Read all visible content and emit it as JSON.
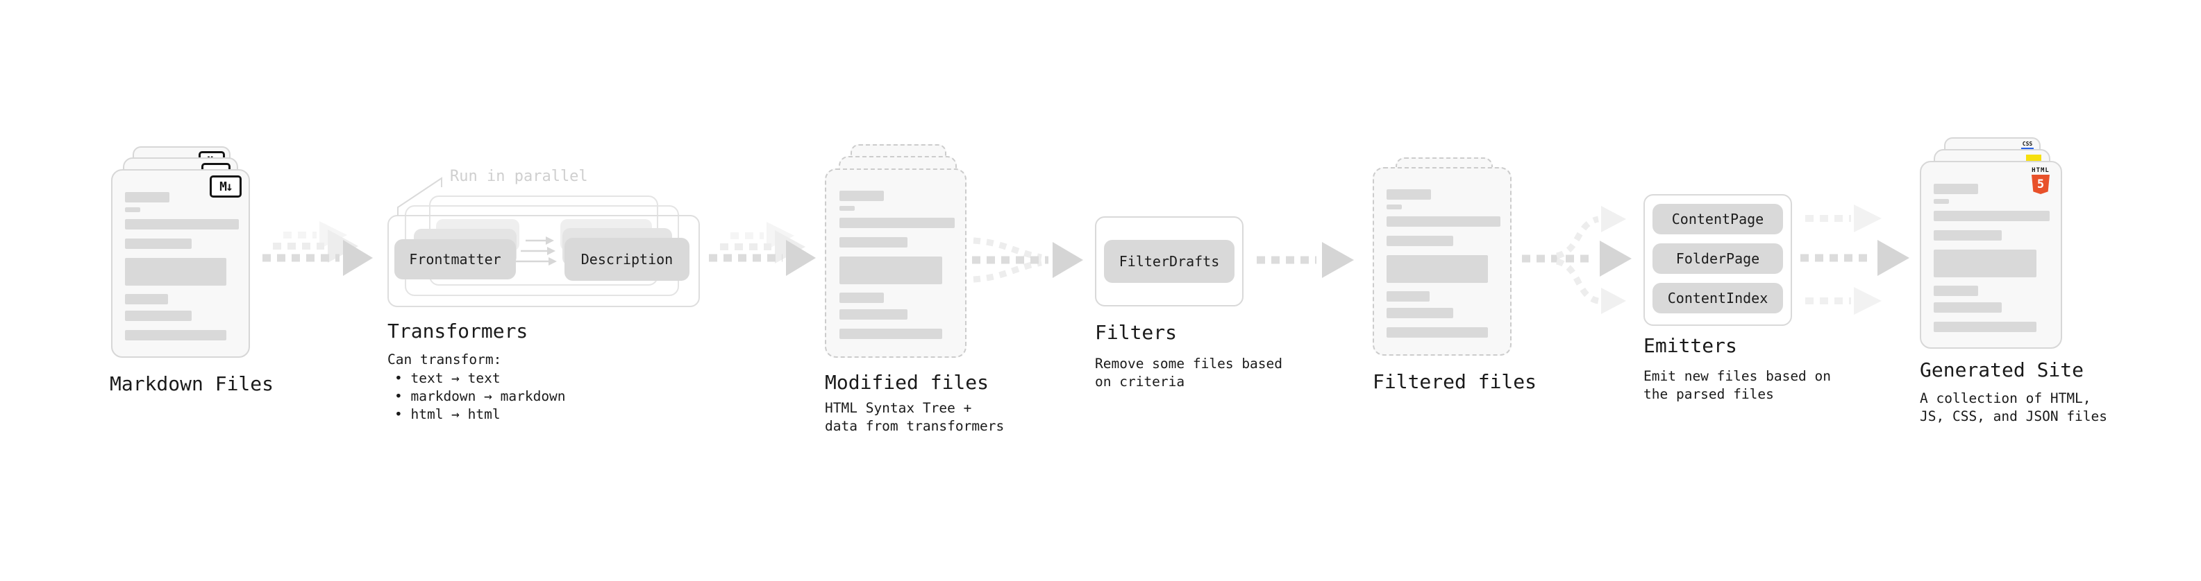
{
  "stages": {
    "markdown": {
      "label": "Markdown Files",
      "badge": "M↓"
    },
    "transformers": {
      "label": "Transformers",
      "annotation": "Run in parallel",
      "frontmatter": "Frontmatter",
      "description": "Description",
      "note_title": "Can transform:",
      "bullet1": "• text → text",
      "bullet2": "• markdown → markdown",
      "bullet3": "• html → html"
    },
    "modified": {
      "label": "Modified files",
      "desc_line1": "HTML Syntax Tree +",
      "desc_line2": "data from transformers"
    },
    "filters": {
      "label": "Filters",
      "button": "FilterDrafts",
      "desc_line1": "Remove some files based",
      "desc_line2": "on criteria"
    },
    "filtered": {
      "label": "Filtered files"
    },
    "emitters": {
      "label": "Emitters",
      "button1": "ContentPage",
      "button2": "FolderPage",
      "button3": "ContentIndex",
      "desc_line1": "Emit new files based on",
      "desc_line2": "the parsed files"
    },
    "generated": {
      "label": "Generated Site",
      "desc_line1": "A collection of HTML,",
      "desc_line2": "JS, CSS, and JSON files",
      "html_badge_word": "HTML",
      "html_badge_number": "5",
      "css_badge": "CSS"
    }
  },
  "colors": {
    "html5_orange": "#e8512a",
    "js_yellow": "#f6df0e",
    "css_blue": "#2760e6",
    "placeholder_gray": "#d9d9d9",
    "text_dark": "#1a1a1a",
    "annotation_gray": "#cfcfcf"
  }
}
